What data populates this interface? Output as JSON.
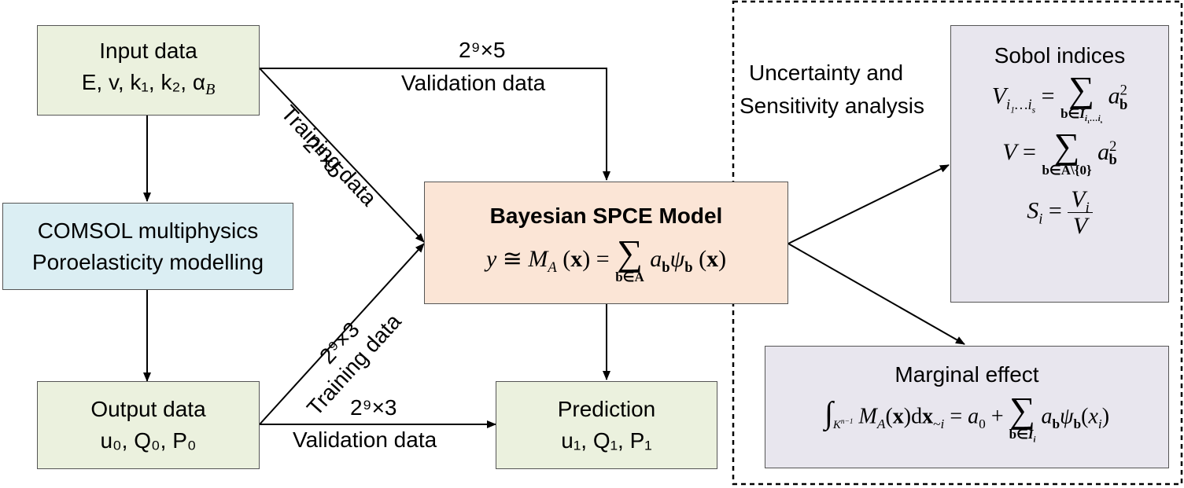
{
  "input_box": {
    "title": "Input data",
    "vars": "E, v, k₁, k₂, α",
    "alpha_sub": "B"
  },
  "comsol_box": {
    "line1": "COMSOL multiphysics",
    "line2": "Poroelasticity modelling"
  },
  "output_box": {
    "title": "Output data",
    "vars": "u₀, Q₀, P₀"
  },
  "model_box": {
    "title": "Bayesian SPCE Model"
  },
  "prediction_box": {
    "title": "Prediction",
    "vars": "u₁, Q₁, P₁"
  },
  "sobol_box": {
    "title": "Sobol indices"
  },
  "marginal_box": {
    "title": "Marginal effect"
  },
  "analysis_label": {
    "line1": "Uncertainty and",
    "line2": "Sensitivity analysis"
  },
  "edges": {
    "top_count": "2⁹×5",
    "top_label": "Validation data",
    "diag1_count": "2⁹×5",
    "diag1_label": "Training data",
    "diag2_count": "2⁹×3",
    "diag2_label": "Training data",
    "bottom_count": "2⁹×3",
    "bottom_label": "Validation data"
  },
  "colors": {
    "input_fill": "#ebf1de",
    "comsol_fill": "#dbeef3",
    "model_fill": "#fbe5d6",
    "analysis_fill": "#e8e6ee"
  }
}
